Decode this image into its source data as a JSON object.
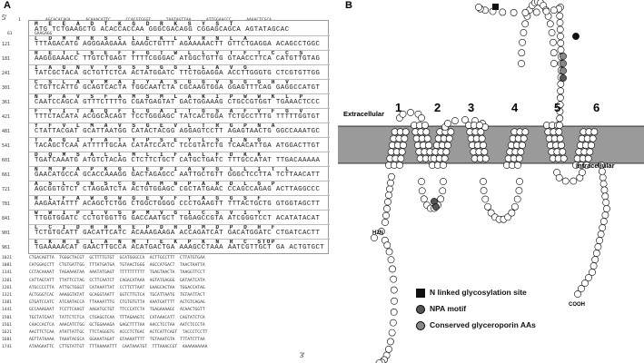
{
  "panel_a": {
    "label": "A",
    "five_prime": "5'",
    "three_prime": "3'",
    "utr5_rows": [
      {
        "num": "1",
        "nt": "AGCACACAGA      ACAAACATTC      CCACGTGGGT      TAATAGTTAA      ATTGGAACCC      AAAACTCGCA"
      },
      {
        "num": "61",
        "nt": "GAAGAGG"
      }
    ],
    "coding_rows": [
      {
        "num": "",
        "aa": "M  E  E  A  D  T  K  G  D  R  K  S  Y  S  T",
        "nt": "ATG TCTGAAGCTG ACACCACCAA GGGCGACAGG CGGAGCAGCA AGTATAGCAC"
      },
      {
        "num": "121",
        "aa": "L  D  M  R  R  S  C  L  E  K  L  V  R  N  L  A",
        "nt": "TTTAGACATG AGGGAAGAAA GAAGCTGTTT AGAAAAACTT GTTCTGAGGA ACAGCCTGGC"
      },
      {
        "num": "181",
        "aa": "R  E  T  L  S  E  F  F  G  T  W  L  L  V  T  F  T  C  C  S",
        "nt": "AAGGGAAACC TTGTCTGAGT TTTTCGGGAC ATGGCTGTTG GTAACCTTCA CATGTTGTAG"
      },
      {
        "num": "241",
        "aa": "I  A  G  N  V  Y  G  S  S  G  G  I  L  A  V  G",
        "nt": "TATCGCTACA GCTGTTCTCA ACTATGGATC TTCTGGAGGA ACCTTGGGTG CTCGTGTTGG"
      },
      {
        "num": "301",
        "aa": "C  S  L  A  V  M  A  I  Y  A  S  G  G  V  S  G  G  H  V",
        "nt": "CTGTTCATTG GCAGTCACTA TGGCAATCTA CGCAAGTGGA GGAGTTTCAG GAGGCCATGT"
      },
      {
        "num": "361",
        "aa": "N  P  A  V  S  F  A  M  S  M  L  A  K  I  P  W  W  K  L  P",
        "nt": "CAATCCAGCA GTTTCTTTTG CGATGAGTAT GACTGGAAAG CTGCCGTGGT TGAAACTCCC"
      },
      {
        "num": "421",
        "aa": "F  Y  I  T  A  Q  F  L  G  A  I  T  G  S  A  F  V  F  G  V",
        "nt": "TTTCTACATA ACGGCACAGT TCCTGGGAGC TATCACTGGA TCTGCCTTTG TTTTTGGTGT"
      },
      {
        "num": "481",
        "aa": "Y  F  V  L  M  A  V  S  G  E  V  L  T  R  G  P  N  A",
        "nt": "CTATTACGAT GCATTAATGG CATACTACGG AGGAGTCCTT AGAGTAACTG GGCCAAATGC"
      },
      {
        "num": "541",
        "aa": "T  A  G  I  F  A  T  Y  P  S  E  Y  L  S  I  N  G",
        "nt": "TACAGCTCAA ATTTTTGCAA CATATCCATC TCCGTATCTG TCAACATTGA ATGGACTTGT"
      },
      {
        "num": "601",
        "aa": "D  Q  M  S  A  L  L  M  L  I  F  A  L  F  D  K  K",
        "nt": "TGATCAAATG ATGTCTACAG CTCTTCTGCT CATGCTGATC TTTGCCATAT TTGACAAAAA"
      },
      {
        "num": "661",
        "aa": "N  M  P  A  P  K  G  L  E  P  I  A  V  G  L  L  I  T  L",
        "nt": "GAACATGCCA GCACCAAAGG GACTAGAGCC AATTGCTGTT GGGCTCCTTA TCTTAACATT"
      },
      {
        "num": "721",
        "aa": "A  S  L  G  N  S  C  G  A  M  N  P  A  R  D  L  G  P",
        "nt": "AGCGGTGTCT CTAGGATCTA ACTGTGGAGC CGCTATGAAC CCAGCCAGAG ACTTAGGCCC"
      },
      {
        "num": "781",
        "aa": "R  L  F  A  W  G  W  G  E  V  F  T  A  G  G  S  F",
        "nt": "AAGAATATTT ACAGCTCTGG CTGGCTGGGG CCCTGAAGTT TTTACTGCTG GTGGTAGCTT"
      },
      {
        "num": "841",
        "aa": "W  W  I  P  I  V  G  P  M  V  G  I  C  S  V  I  Y",
        "nt": "TTGGTGGATC CCTGTGGTTG GACCAATGCT TGGAGCCGTA ATCGGGTCCT ACATATACAT"
      },
      {
        "num": "901",
        "aa": "L  C  I  D  H  H  K  E  P  D  H  D  M  D  P  D  H  F",
        "nt": "TCTGTGCATT GACATTCATC ACAAAGAAGA ACCAGATCAT GACATGGATC CTGATCACTT"
      },
      {
        "num": "961",
        "aa": "E  K  H  E  L  A  N  M  T  E  K  P  K  N  R  C  STOP",
        "nt": "TGAAAAACAT GAACTTGCCA ACATGACTGA AAAGCCTAAA AATCGTTGCT GA ACTGTGCT"
      }
    ],
    "utr3_rows": [
      {
        "num": "1021",
        "nt": "CTGACAGTTA  TGGGCTACGT  GCTTTTGTGT  GCATGGGCCA  ACTTGCCTTT  CTTATGTGAA"
      },
      {
        "num": "1081",
        "nt": "CATGGACCTT  CTGTGATTGG  TTTATGATGA  TGTAACTGGG  AGCCATGACT  TAACTAATTA"
      },
      {
        "num": "1141",
        "nt": "CCTACAAAAT  TAGAAAATAA  AAATATGAGT  TTTTTTTTTT  TGAGTAACTA  TAAGGTTCCT"
      },
      {
        "num": "1201",
        "nt": "CATTAGTATT  TTATTCCTAG  CCTTCAATCT  CAGACATAAA  AGTATGAGGG  GATAATCATA"
      },
      {
        "num": "1261",
        "nt": "ATGCCCCTTA  ATTGCTGGGT  CATAAATTAT  CCTTCTTAAT  GAAGCACTAA  TGGACCATAG"
      },
      {
        "num": "1321",
        "nt": "ACTGGGTCAC  AAAGGTATAT  GCAGGTAATT  GGTCTTGTCA  TGCATTAATG  TGTAATTACT"
      },
      {
        "num": "1381",
        "nt": "GTGATCCATC  ATCAATACCA  TTAAAATTTG  CTGTGTGTTA  AAATGATTTT  ACTGTCAGAG"
      },
      {
        "num": "1441",
        "nt": "GCCAAAGAAT  TCCTTCAAGT  AAGATGCTGT  TTCCCATCTA  TGAGAAAAGC  ACAACTGGTT"
      },
      {
        "num": "1501",
        "nt": "TGCTATCAAT  TATTCTCTCA  CTGAGGTCAA  TTTAGAAGTC  CATAAACATT  CAGTATCTCA"
      },
      {
        "num": "1561",
        "nt": "CAACCACTCA  AAACATCTGG  GCTGGAAAGA  GAGCTTTTAA  AACCTCCTAA  AATCTCCCTA"
      },
      {
        "num": "1621",
        "nt": "AACTTCTCAA  ATATTATTGC  TTCTAGGGTG  ACCCTCTGAC  ACTCATTCAGT  TACCCTCCTT"
      },
      {
        "num": "1681",
        "nt": "AGTTATAAAA  TAAATACGCA  GGAAATAGAT  GTAAAATTTT  TGTAAATGTA  TTTATCTTAA"
      },
      {
        "num": "1741",
        "nt": "ATAAGAATTC  CTTGTATTGT  TTTAAAAATTT  CAATAAATGT  TTTAAACCGT  AAAAAAAAAA"
      }
    ]
  },
  "panel_b": {
    "label": "B",
    "extracellular": "Extracellular",
    "intracellular": "Intracellular",
    "helices": [
      "1",
      "2",
      "3",
      "4",
      "5",
      "6"
    ],
    "n_term": "H2N",
    "c_term": "COOH",
    "legend": [
      {
        "label": "N linked glycosylation site",
        "color": "#111111",
        "shape": "square"
      },
      {
        "label": "NPA motif",
        "color": "#555555",
        "shape": "circle"
      },
      {
        "label": "Conserved glyceroporin AAs",
        "color": "#888888",
        "shape": "circle"
      }
    ],
    "colors": {
      "membrane": "#9a9a9a",
      "bead_fill": "#ffffff",
      "bead_stroke": "#000000"
    }
  }
}
